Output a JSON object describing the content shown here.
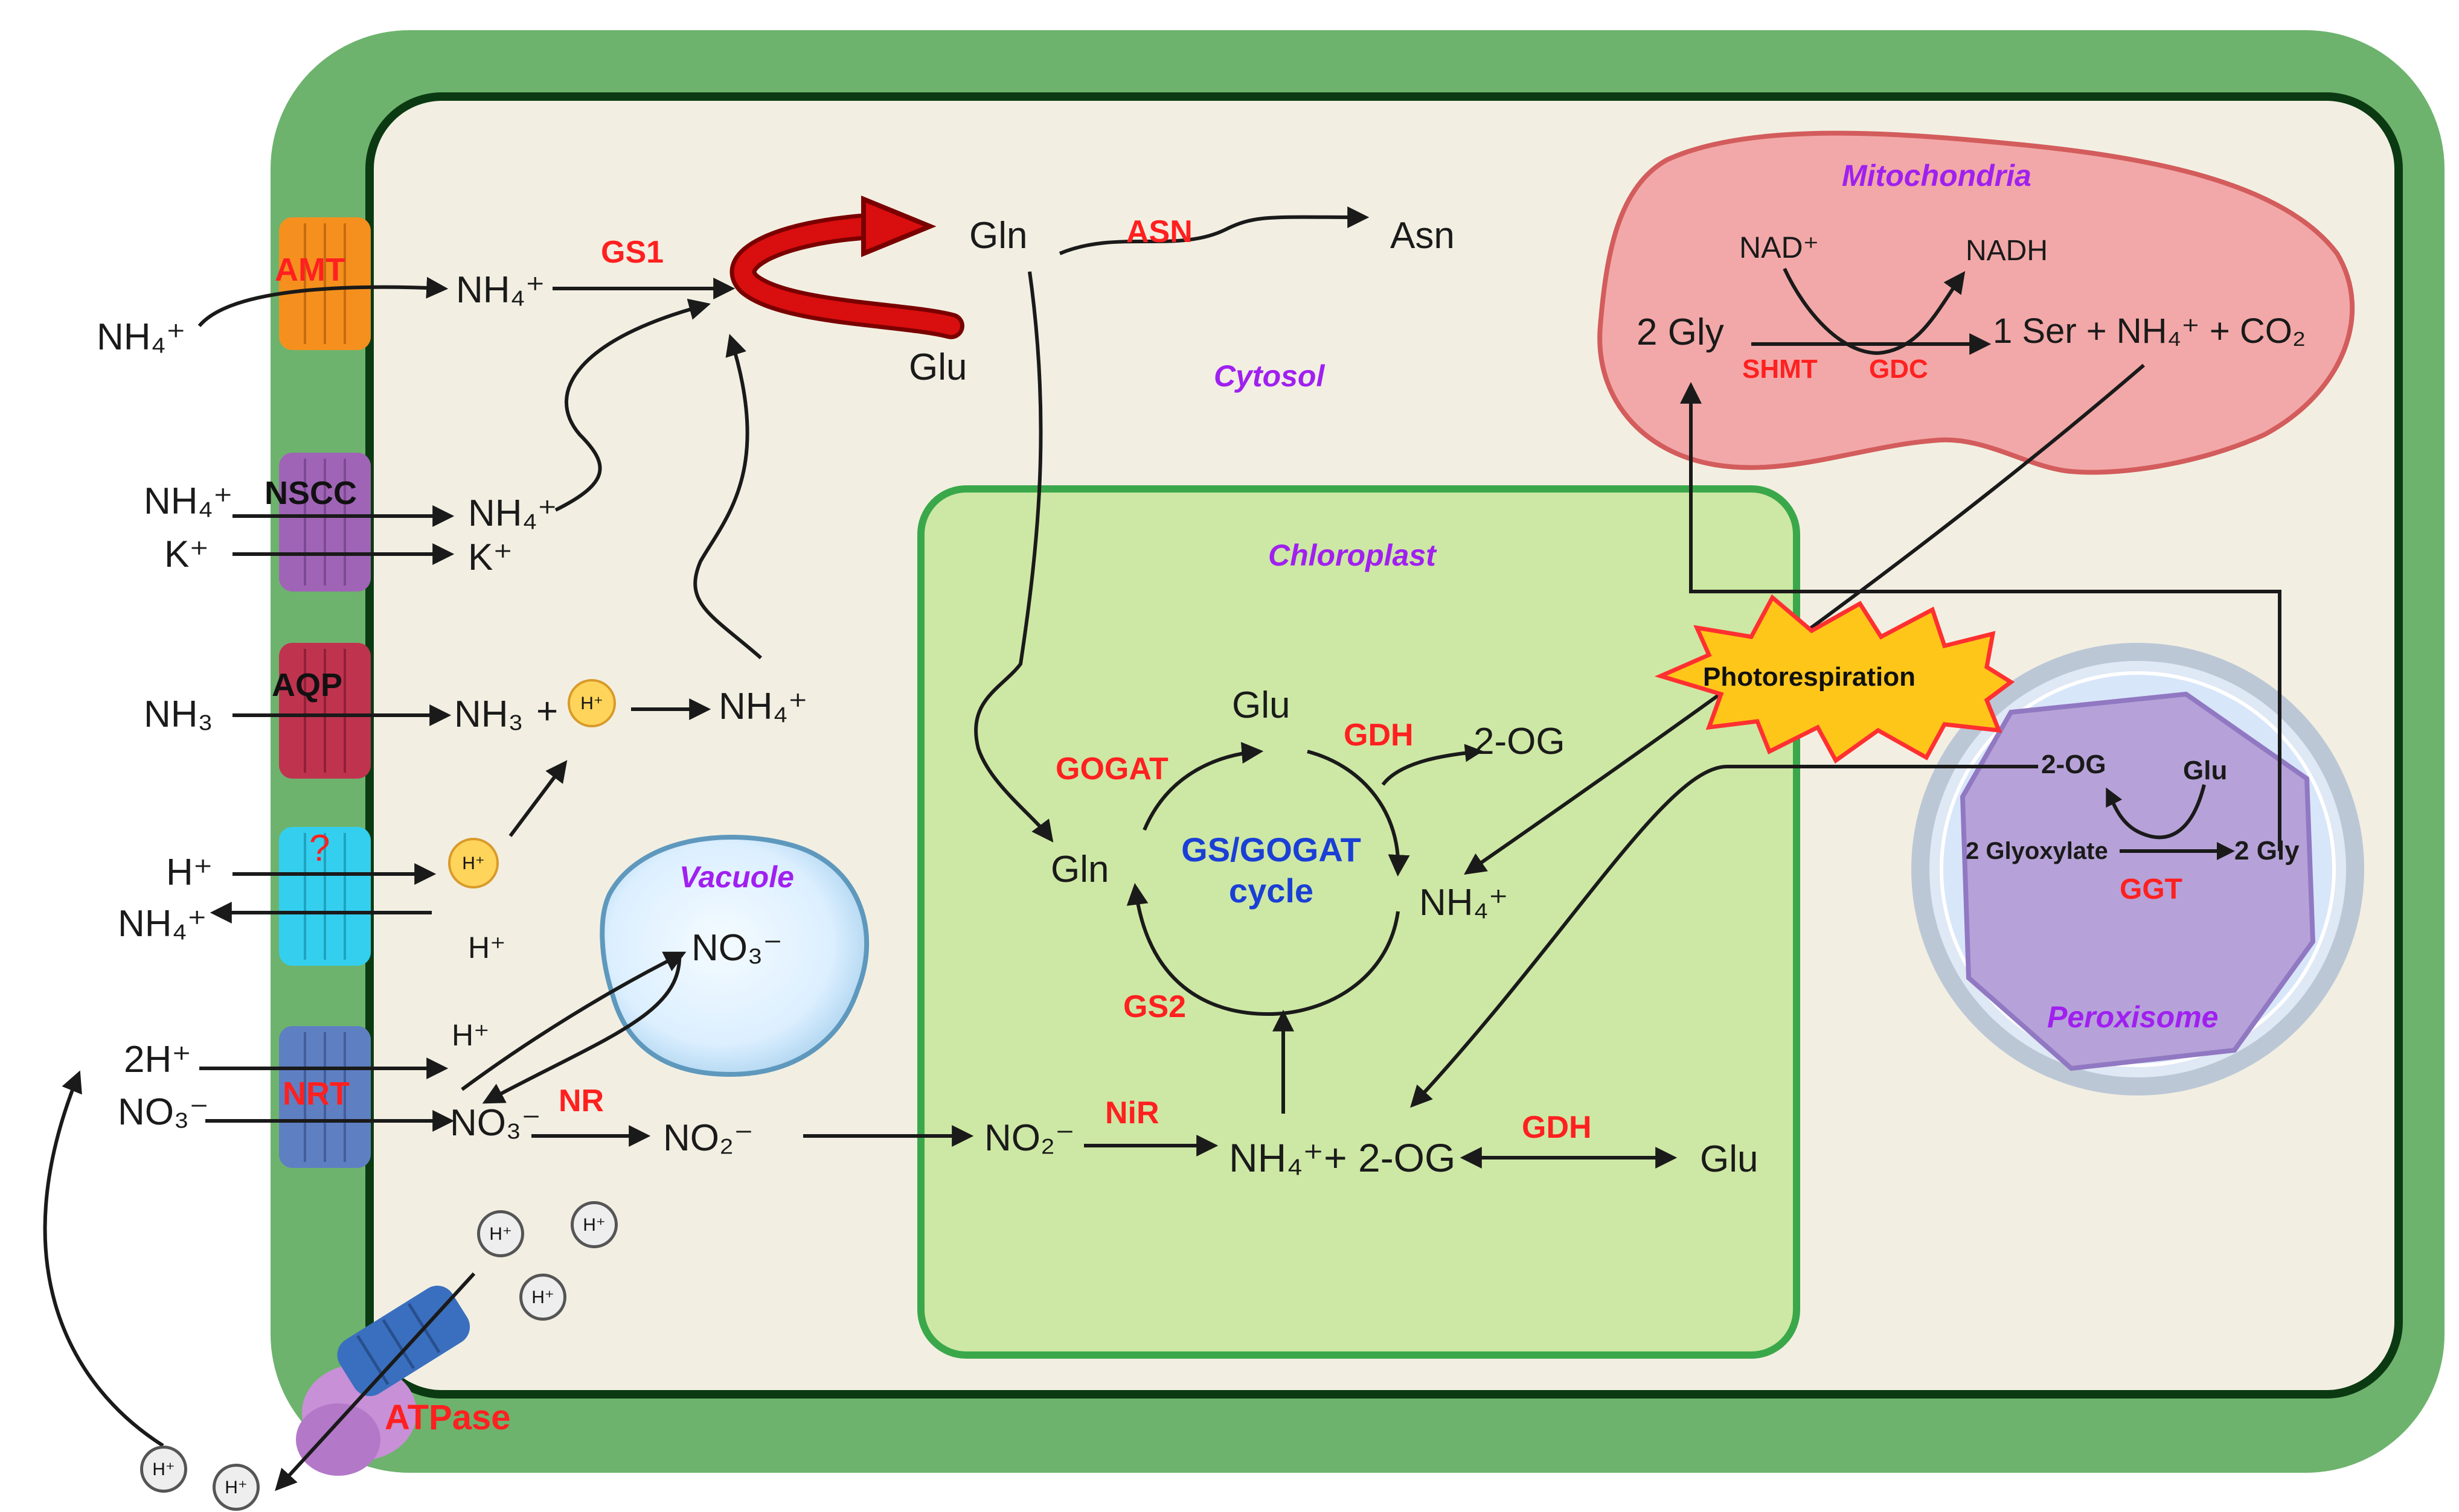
{
  "compartments": {
    "cytosol": "Cytosol",
    "chloroplast": "Chloroplast",
    "vacuole": "Vacuole",
    "mitochondria": "Mitochondria",
    "peroxisome": "Peroxisome"
  },
  "transporters": {
    "amt": "AMT",
    "nscc": "NSCC",
    "aqp": "AQP",
    "unknown": "?",
    "nrt": "NRT",
    "atpase": "ATPase"
  },
  "enzymes": {
    "gs1": "GS1",
    "asn": "ASN",
    "shmt": "SHMT",
    "gdc": "GDC",
    "gogat": "GOGAT",
    "gdh_cycle": "GDH",
    "gs2": "GS2",
    "nr": "NR",
    "nir": "NiR",
    "gdh_bottom": "GDH",
    "ggt": "GGT"
  },
  "cycle": {
    "line1": "GS/GOGAT",
    "line2": "cycle"
  },
  "photorespiration": "Photorespiration",
  "proton": "H⁺",
  "labels": {
    "nh4_out_amt": "NH₄⁺",
    "nh4_in_amt": "NH₄⁺",
    "gln_top": "Gln",
    "glu_top": "Glu",
    "asn": "Asn",
    "nh4_out_nscc": "NH₄⁺",
    "k_out": "K⁺",
    "nh4_in_nscc": "NH₄⁺",
    "k_in": "K⁺",
    "nh3_out": "NH₃",
    "nh3_in": "NH₃",
    "plus_nh3": "+",
    "nh4_aqp": "NH₄⁺",
    "h_out_q": "H⁺",
    "nh4_out_q": "NH₄⁺",
    "h_in_q": "H⁺",
    "h2_out": "2H⁺",
    "no3_out": "NO₃⁻",
    "h_in_nrt": "H⁺",
    "no3_in": "NO₃⁻",
    "no3_vac": "NO₃⁻",
    "no2_cyt": "NO₂⁻",
    "no2_chl": "NO₂⁻",
    "nh4_2og": "NH₄⁺+ 2-OG",
    "glu_bottom": "Glu",
    "glu_cycle": "Glu",
    "two_og_cycle": "2-OG",
    "gln_cycle": "Gln",
    "nh4_cycle": "NH₄⁺",
    "nad": "NAD⁺",
    "nadh": "NADH",
    "two_gly_mito": "2 Gly",
    "ser_eq": "1 Ser + NH₄⁺ + CO₂",
    "two_og_per": "2-OG",
    "glu_per": "Glu",
    "glyoxylate": "2 Glyoxylate",
    "two_gly_per": "2 Gly"
  }
}
